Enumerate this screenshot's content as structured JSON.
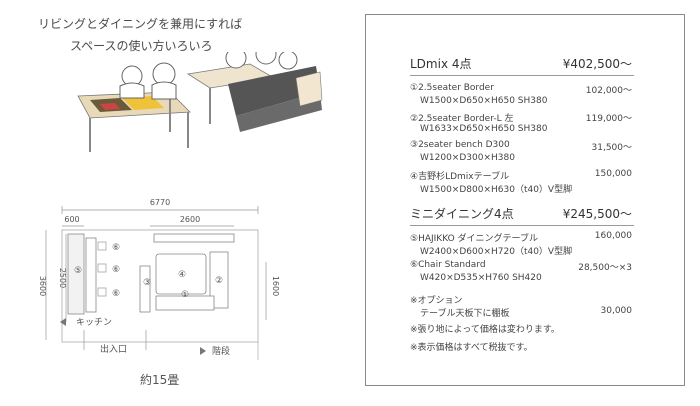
{
  "headline": {
    "line1": "リビングとダイニングを兼用にすれば",
    "line2": "スペースの使い方いろいろ"
  },
  "floor_plan": {
    "width_total": "6770",
    "width_left": "600",
    "width_mid": "2600",
    "height_outer": "3600",
    "height_inner": "2500",
    "height_right": "1600",
    "markers": [
      "⑥",
      "⑥",
      "⑥",
      "⑤",
      "④",
      "③",
      "②",
      "①"
    ],
    "kitchen_label": "キッチン",
    "entrance_label": "出入口",
    "stairs_label": "階段",
    "area_label": "約15畳"
  },
  "panel": {
    "set1": {
      "title": "LDmix 4点",
      "price": "¥402,500〜",
      "items": [
        {
          "name": "①2.5seater Border",
          "spec": "W1500×D650×H650 SH380",
          "price": "102,000〜"
        },
        {
          "name": "②2.5seater Border-L 左",
          "spec": "W1633×D650×H650 SH380",
          "price": "119,000〜"
        },
        {
          "name": "③2seater bench D300",
          "spec": "W1200×D300×H380",
          "price": "31,500〜"
        },
        {
          "name": "④吉野杉LDmixテーブル",
          "spec": "W1500×D800×H630（t40）V型脚",
          "price": "150,000"
        }
      ]
    },
    "set2": {
      "title": "ミニダイニング4点",
      "price": "¥245,500〜",
      "items": [
        {
          "name": "⑤HAJIKKO ダイニングテーブル",
          "spec": "W2400×D600×H720（t40）V型脚",
          "price": "160,000"
        },
        {
          "name": "⑥Chair Standard",
          "spec": "W420×D535×H760 SH420",
          "price": "28,500〜×3"
        }
      ]
    },
    "option": {
      "label": "※オプション",
      "item": "テーブル天板下に棚板",
      "price": "30,000"
    },
    "notes": [
      "※張り地によって価格は変わります。",
      "※表示価格はすべて税抜です。"
    ]
  }
}
